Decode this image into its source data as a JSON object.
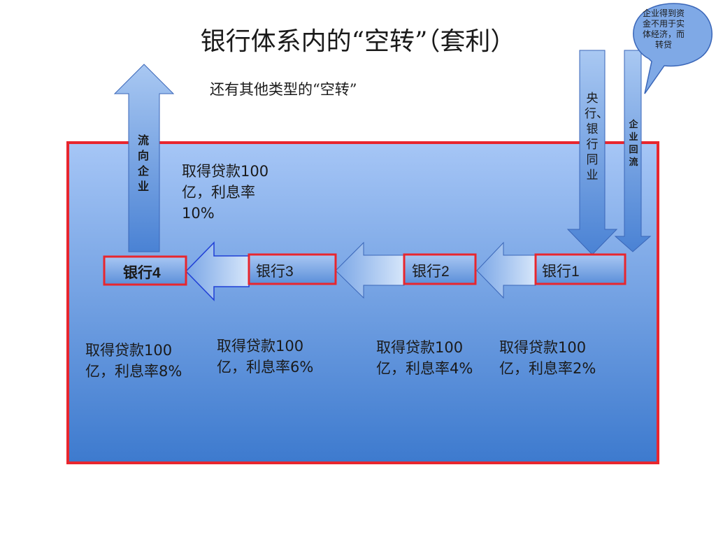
{
  "title": "银行体系内的“空转”（套利）",
  "subtitle": "还有其他类型的“空转”",
  "banks": [
    {
      "id": "bank4",
      "label": "银行4"
    },
    {
      "id": "bank3",
      "label": "银行3"
    },
    {
      "id": "bank2",
      "label": "银行2"
    },
    {
      "id": "bank1",
      "label": "银行1"
    }
  ],
  "loans": {
    "top": "取得贷款100亿，利息率10%",
    "bank4": "取得贷款100亿，利息率8%",
    "bank3": "取得贷款100亿，利息率6%",
    "bank2": "取得贷款100亿，利息率4%",
    "bank1": "取得贷款100亿，利息率2%"
  },
  "arrows": {
    "up_label": "流向企业",
    "central_label": "央行、银行同业",
    "return_label": "企业回流"
  },
  "callout": "企业得到资金不用于实体经济，而转贷",
  "colors": {
    "box_fill_top": "#a4c4f4",
    "box_fill_bottom": "#3f7cd0",
    "box_border": "#e8262e",
    "arrow_fill": "#6f9fe0",
    "arrow_stroke": "#3a66b8"
  }
}
